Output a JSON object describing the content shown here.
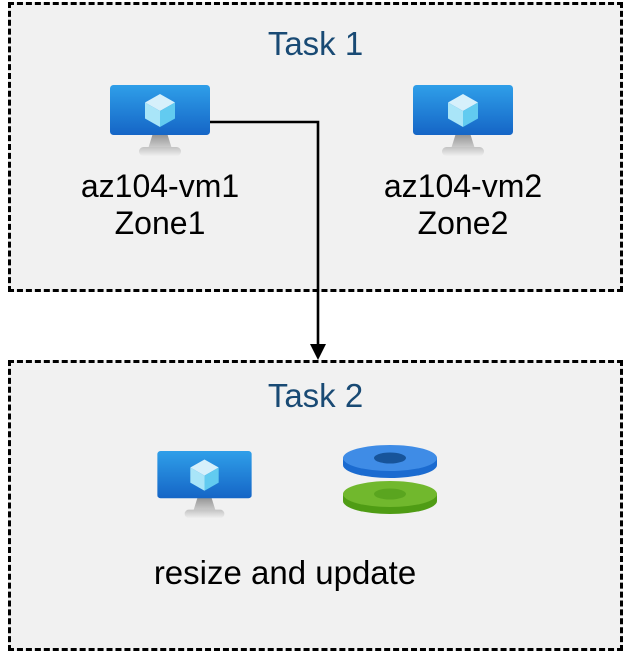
{
  "task1": {
    "title": "Task 1",
    "vms": [
      {
        "name": "az104-vm1",
        "zone": "Zone1"
      },
      {
        "name": "az104-vm2",
        "zone": "Zone2"
      }
    ]
  },
  "task2": {
    "title": "Task 2",
    "caption": "resize and update"
  },
  "icons": {
    "vm": "azure-virtual-machine-icon",
    "disks": "azure-managed-disks-icon",
    "arrow": "flow-arrow-down"
  },
  "colors": {
    "task_title": "#194a74",
    "panel_background": "#f1f1f1",
    "panel_border": "#000000",
    "label_text": "#000000",
    "vm_screen_top": "#2f9fe9",
    "vm_screen_bottom": "#1565c6",
    "disk_blue_top": "#3f8ce6",
    "disk_blue_side": "#1b6bd0",
    "disk_blue_hole": "#17549a",
    "disk_green_top": "#71b82d",
    "disk_green_side": "#4f9c14",
    "disk_green_hole": "#5aa51f",
    "arrow": "#000000"
  }
}
